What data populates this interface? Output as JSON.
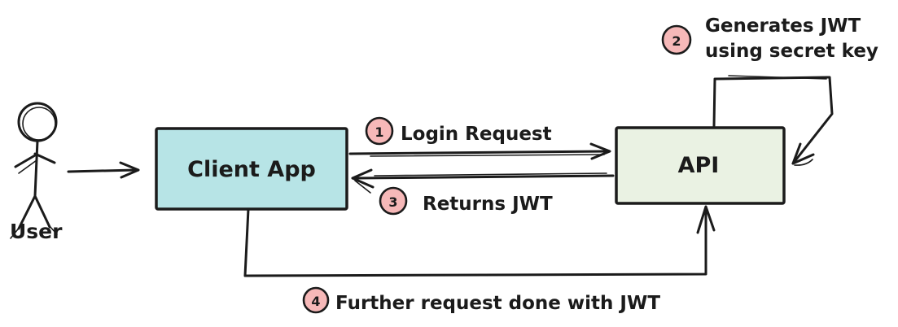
{
  "diagram": {
    "type": "flow-diagram",
    "background": "#ffffff",
    "ink_color": "#1b1b1b",
    "badge_fill": "#f6b8b8",
    "actor": {
      "label": "User"
    },
    "nodes": {
      "client": {
        "label": "Client App",
        "fill": "#b7e4e6"
      },
      "api": {
        "label": "API",
        "fill": "#eaf2e3"
      }
    },
    "steps": [
      {
        "number": "1",
        "label": "Login Request"
      },
      {
        "number": "2",
        "label": "Generates JWT using secret key",
        "line1": "Generates JWT",
        "line2": "using secret key"
      },
      {
        "number": "3",
        "label": "Returns JWT"
      },
      {
        "number": "4",
        "label": "Further request done with JWT"
      }
    ]
  }
}
